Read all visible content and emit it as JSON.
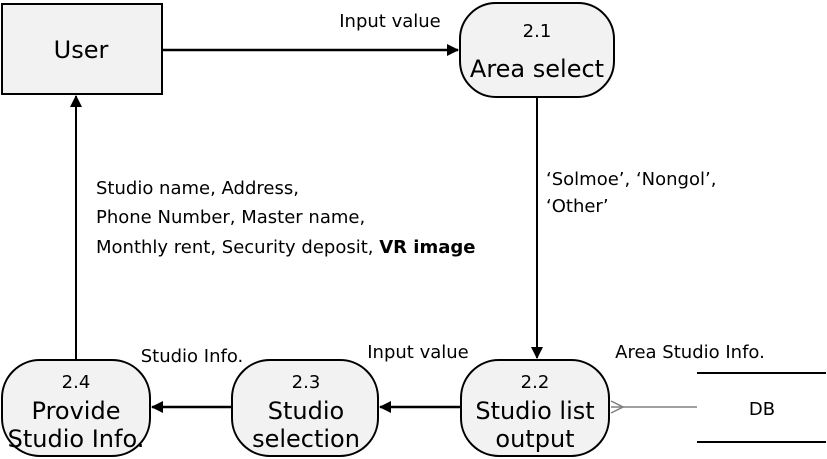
{
  "nodes": {
    "user": {
      "label": "User"
    },
    "area_select": {
      "number": "2.1",
      "label": "Area select"
    },
    "studio_list": {
      "number": "2.2",
      "line1": "Studio list",
      "line2": "output"
    },
    "studio_selection": {
      "number": "2.3",
      "line1": "Studio",
      "line2": "selection"
    },
    "provide_info": {
      "number": "2.4",
      "line1": "Provide",
      "line2": "Studio Info."
    },
    "db": {
      "label": "DB"
    }
  },
  "edges": {
    "user_to_area": "Input value",
    "area_to_list": {
      "line1": "‘Solmoe’, ‘Nongol’,",
      "line2": "‘Other’"
    },
    "db_to_list": "Area Studio Info.",
    "list_to_selection": "Input value",
    "selection_to_provide": "Studio Info.",
    "provide_to_user": {
      "line1": "Studio name, Address,",
      "line2": "Phone Number, Master name,",
      "line3": "Monthly rent, Security deposit,",
      "line3_bold": "VR image"
    }
  },
  "colors": {
    "node_fill": "#f2f2f2",
    "stroke": "#000000",
    "db_arrow": "#808080"
  }
}
